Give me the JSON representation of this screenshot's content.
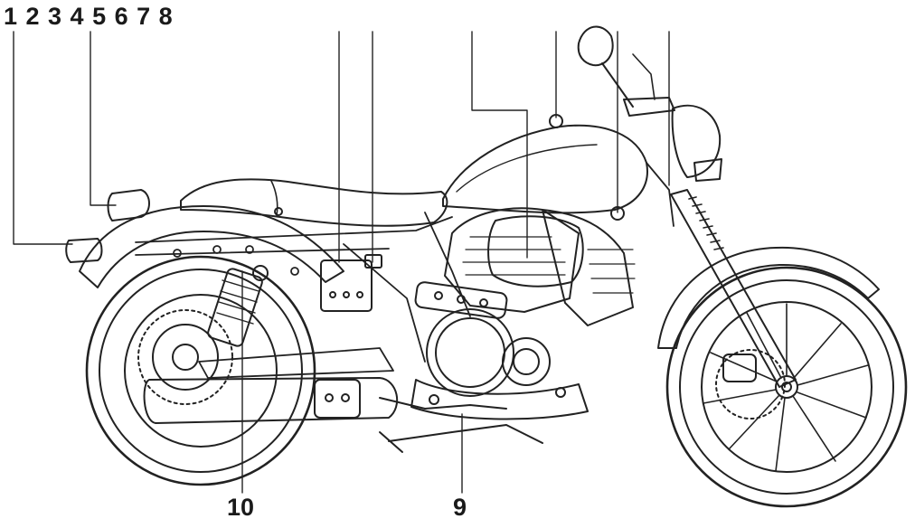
{
  "callouts": {
    "top_row": "1 2 3 4 5 6 7 8",
    "bottom_left": "10",
    "bottom_right": "9"
  },
  "colors": {
    "line": "#222222",
    "paper": "#ffffff"
  }
}
